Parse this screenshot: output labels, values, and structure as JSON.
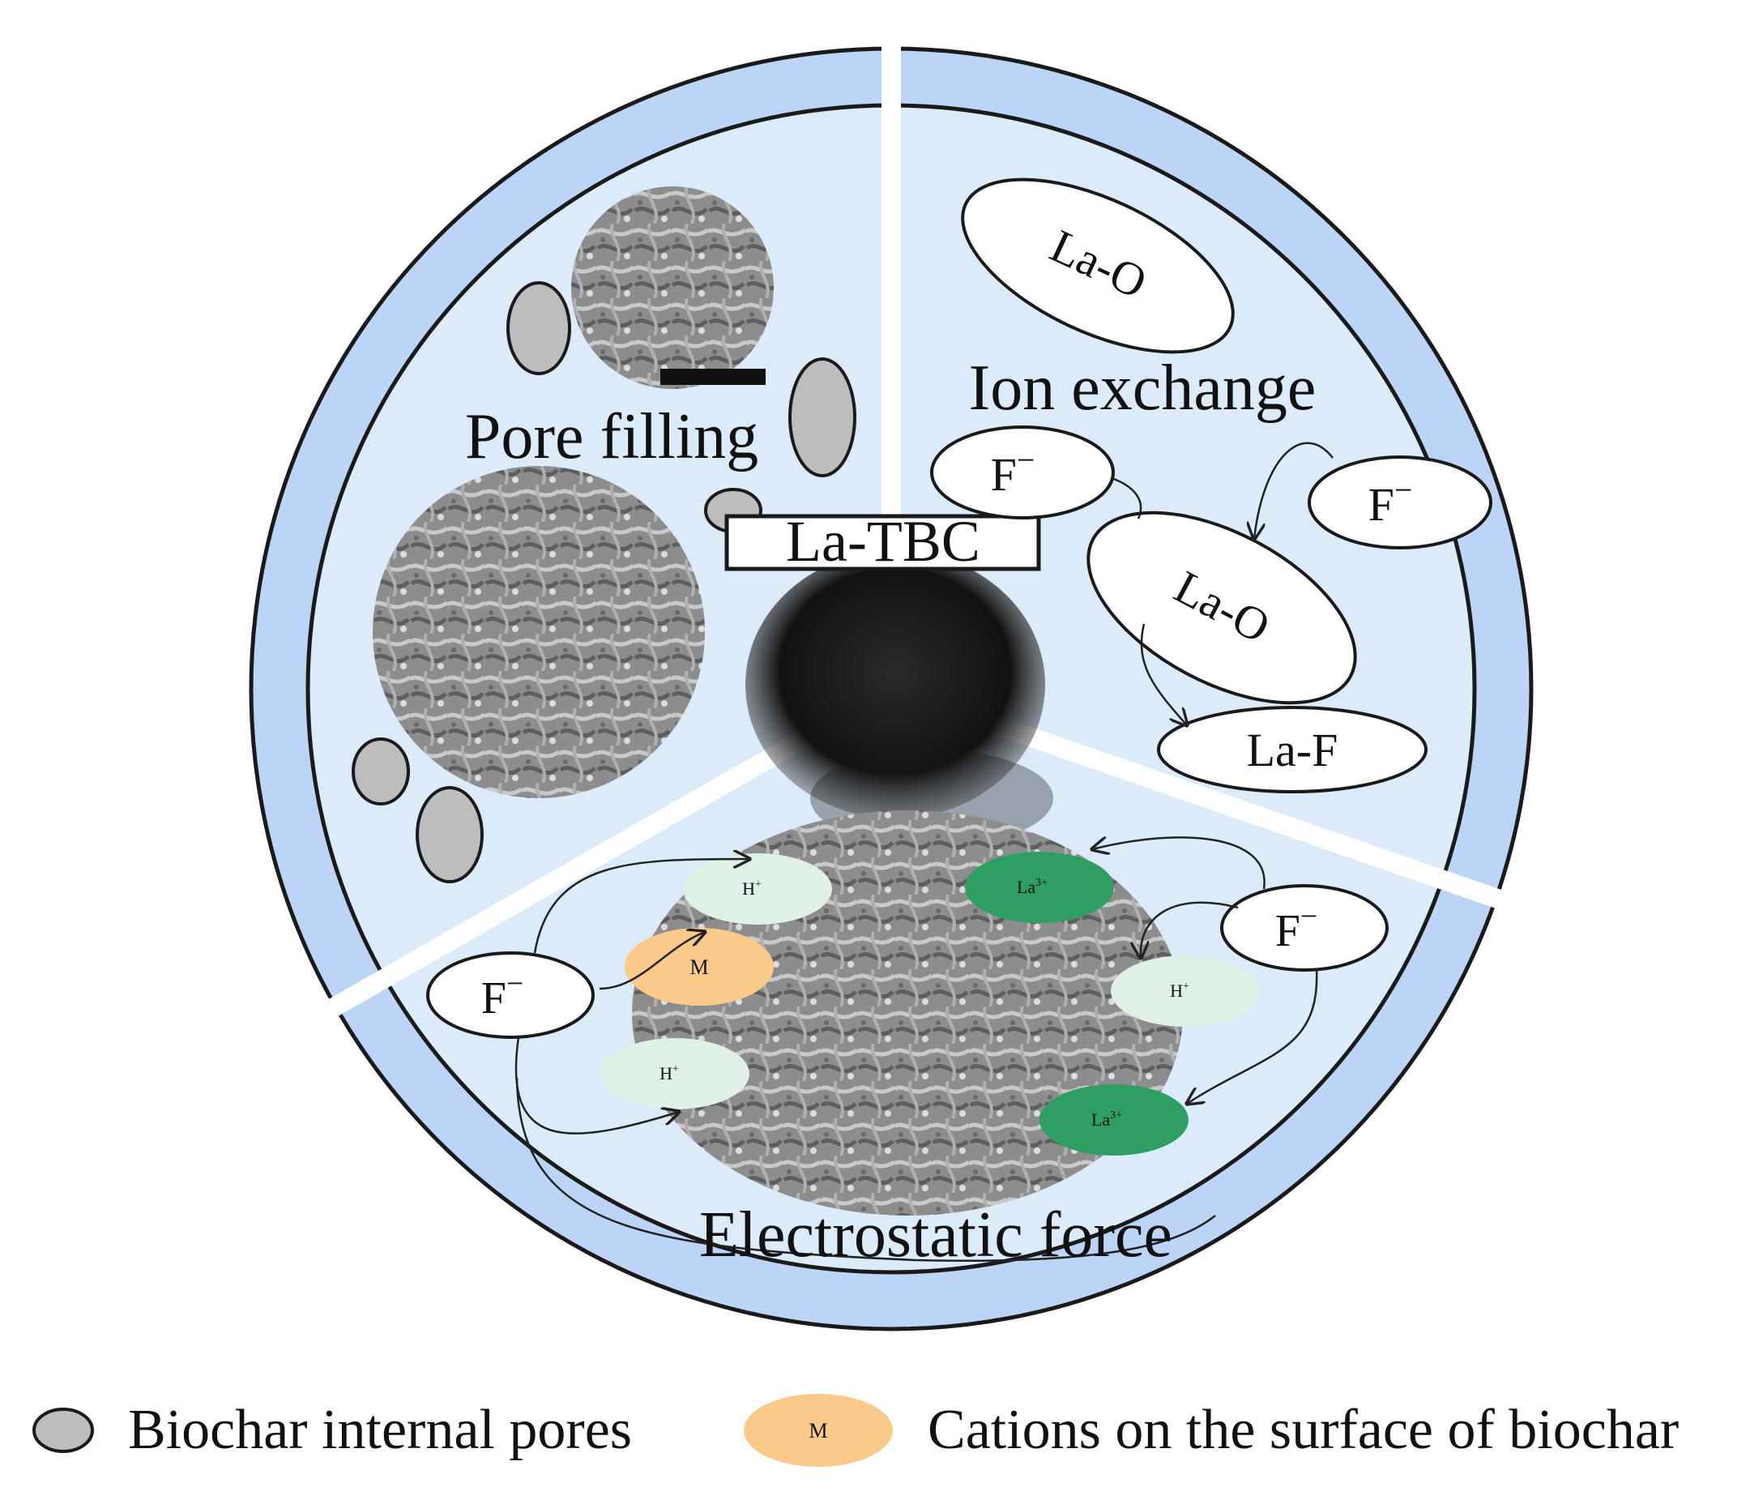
{
  "center": {
    "label": "La-TBC"
  },
  "sections": {
    "pore_filling": {
      "title": "Pore filling"
    },
    "ion_exchange": {
      "title": "Ion exchange",
      "la_o_top": "La-O",
      "la_o_middle": "La-O",
      "la_f": "La-F",
      "fluoride_left": "F",
      "fluoride_right": "F",
      "superscript": "−"
    },
    "electrostatic": {
      "title": "Electrostatic force",
      "fluoride_left": "F",
      "fluoride_right": "F",
      "superscript": "−",
      "h_plus": "H",
      "h_sup": "+",
      "cation": "M",
      "la3": "La",
      "la3_sup": "3+"
    }
  },
  "legend": {
    "pores_label": "Biochar internal pores",
    "cations_label": "Cations on the surface of biochar",
    "cation_symbol": "M"
  },
  "colors": {
    "outer_ring": "#bcd4f5",
    "inner_disc": "#dcebfa",
    "pore": "#bdbdbd",
    "cation": "#fbc98a",
    "h_plus": "#dff0e6",
    "la3": "#2e9e63",
    "powder": "#1a1a1a"
  }
}
